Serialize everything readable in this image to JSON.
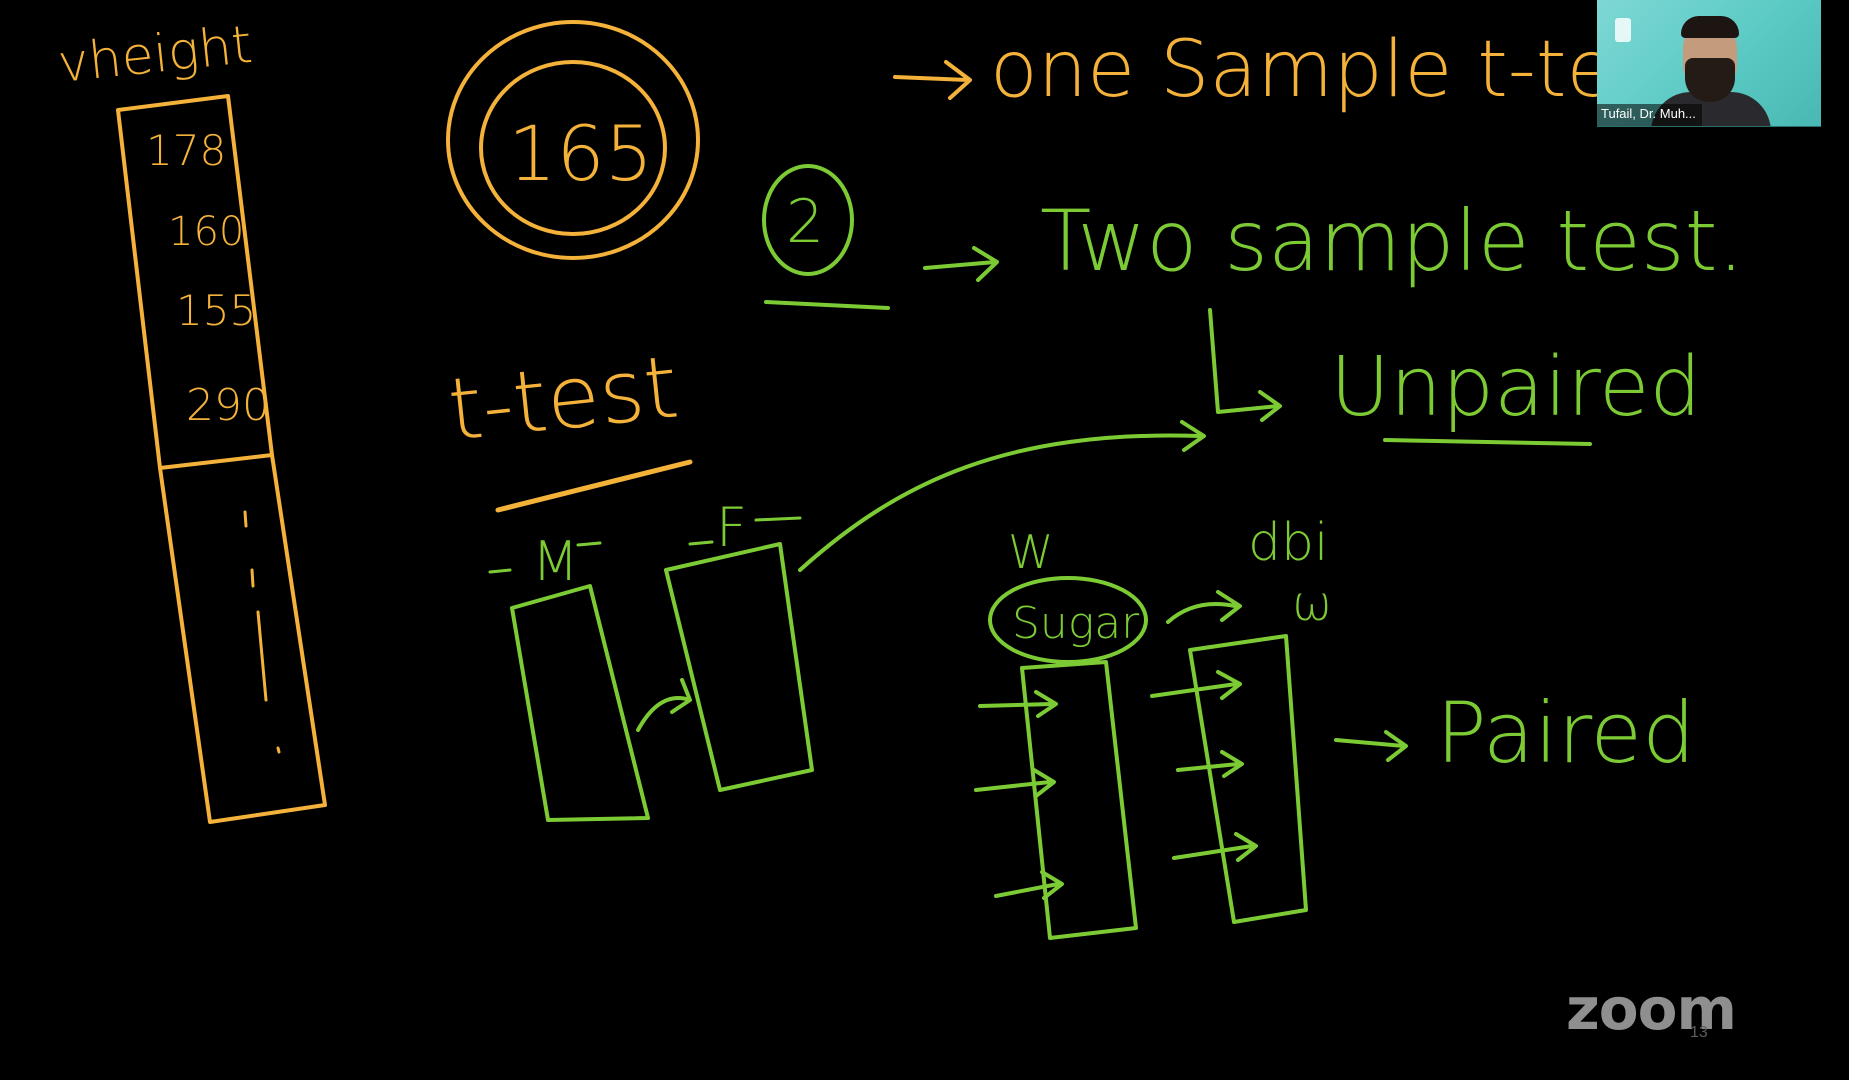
{
  "ink_colors": {
    "yellow": "#f4b23a",
    "green": "#7ccb35"
  },
  "whiteboard": {
    "yellow_heading": "vheight",
    "yellow_values": [
      "178",
      "160",
      "155",
      "290"
    ],
    "circled_value": "165",
    "one_sample_label": "one Sample t-test",
    "t_test_label": "t-test",
    "circled_number": "2",
    "two_sample_label": "Two sample test.",
    "unpaired_label": "Unpaired",
    "male_label": "M",
    "female_label": "F",
    "sugar_label": "Sugar",
    "paired_label": "Paired",
    "before_mark": "W",
    "after_mark": "ω",
    "after_mark_top": "dbi"
  },
  "participant": {
    "name": "Tufail, Dr. Muh..."
  },
  "branding": {
    "logo_text": "zoom",
    "slide_number": "13"
  }
}
